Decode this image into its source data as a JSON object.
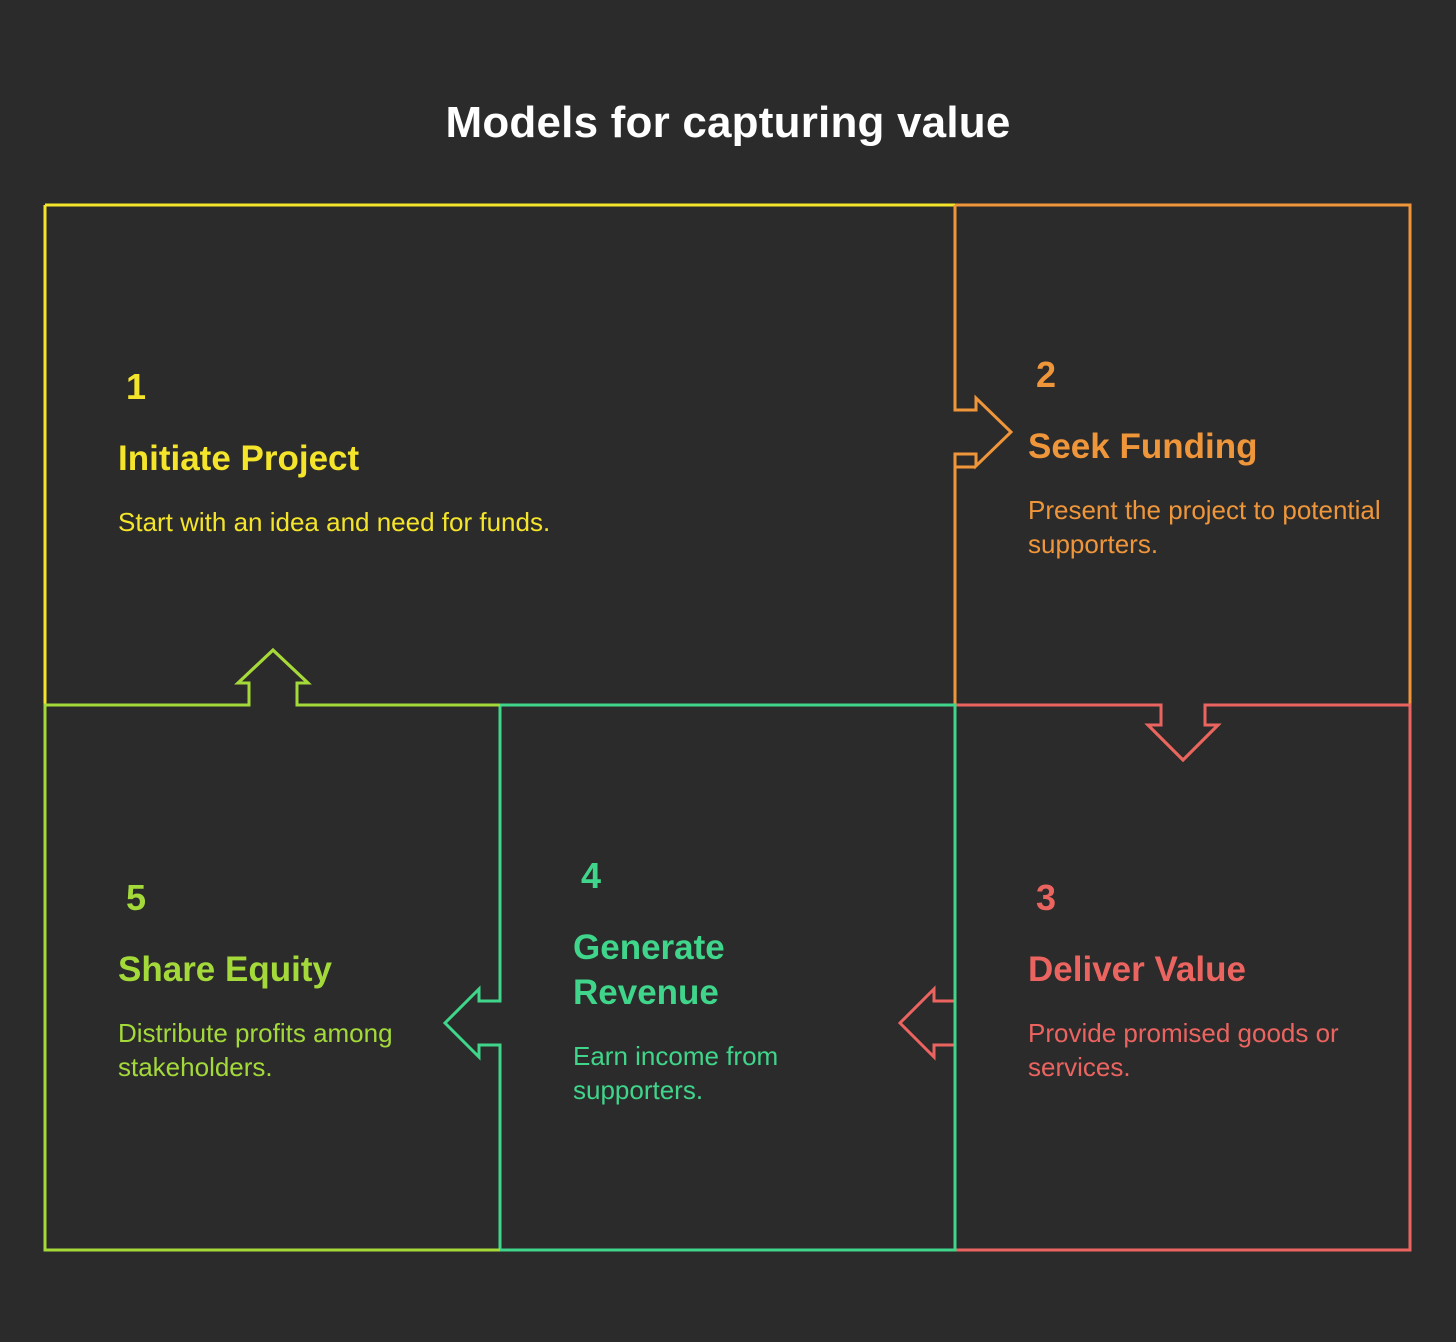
{
  "title": "Models for capturing value",
  "colors": {
    "background": "#2b2b2b",
    "title": "#ffffff",
    "step1": "#f5e52a",
    "step2": "#f0963a",
    "step3": "#ec6460",
    "step4": "#3fd58a",
    "step5": "#a4d93a"
  },
  "steps": [
    {
      "number": "1",
      "heading": "Initiate Project",
      "description": "Start with an idea and need for funds."
    },
    {
      "number": "2",
      "heading": "Seek Funding",
      "description": "Present the project to potential supporters."
    },
    {
      "number": "3",
      "heading": "Deliver Value",
      "description": "Provide promised goods or services."
    },
    {
      "number": "4",
      "heading": "Generate Revenue",
      "description": "Earn income from supporters."
    },
    {
      "number": "5",
      "heading": "Share Equity",
      "description": "Distribute profits among stakeholders."
    }
  ]
}
